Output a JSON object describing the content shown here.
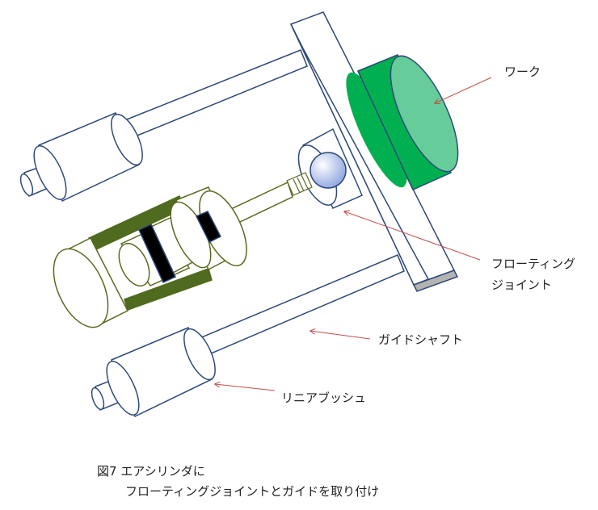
{
  "labels": {
    "work": "ワーク",
    "floating_joint_line1": "フローティング",
    "floating_joint_line2": "ジョイント",
    "guide_shaft": "ガイドシャフト",
    "linear_bush": "リニアブッシュ"
  },
  "caption": {
    "line1": "図7  エアシリンダに",
    "line2": "フローティングジョイントとガイドを取り付け"
  },
  "colors": {
    "outline_blue": "#2e4a7a",
    "cylinder_olive": "#5a6a1e",
    "cylinder_band": "#4f6b1f",
    "work_green": "#00b050",
    "work_light": "#66cc99",
    "plate_end_gray": "#b3b3b3",
    "ball_blue": "#9fb3e6",
    "arrow_red": "#c0504d",
    "seal_black": "#000000"
  }
}
